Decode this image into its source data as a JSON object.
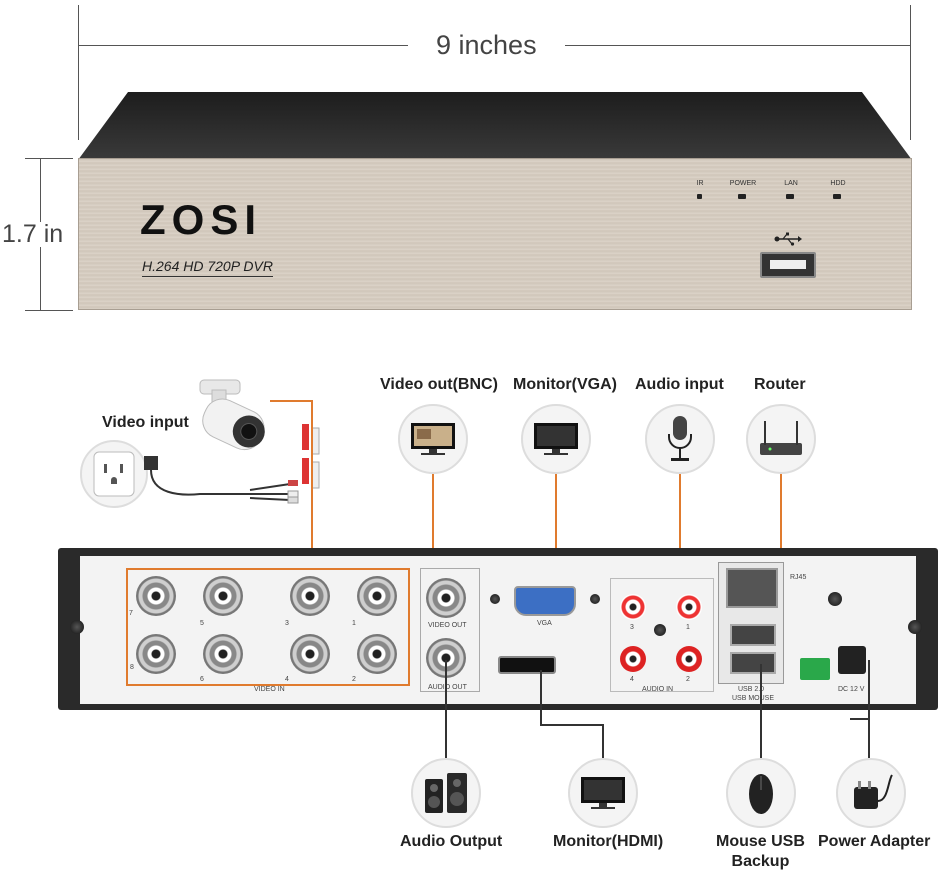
{
  "dimensions": {
    "width_label": "9 inches",
    "height_label": "1.7 in"
  },
  "front": {
    "brand": "ZOSI",
    "model": "H.264 HD 720P DVR",
    "leds": [
      "IR",
      "POWER",
      "LAN",
      "HDD"
    ]
  },
  "rear": {
    "video_in_numbers_top": [
      "7",
      "5",
      "3",
      "1"
    ],
    "video_in_numbers_bottom": [
      "8",
      "6",
      "4",
      "2"
    ],
    "video_in_label": "VIDEO IN",
    "video_out_label": "VIDEO OUT",
    "audio_out_label": "AUDIO OUT",
    "vga_label": "VGA",
    "audio_in_label": "AUDIO IN",
    "audio_in_numbers": [
      "3",
      "1",
      "4",
      "2"
    ],
    "rj45_label": "RJ45",
    "usb_label": "USB 2.0",
    "usb_mouse_label": "USB MOUSE",
    "dc_label": "DC 12 V"
  },
  "captions": {
    "video_input": "Video input",
    "video_out_bnc": "Video out(BNC)",
    "monitor_vga": "Monitor(VGA)",
    "audio_input": "Audio input",
    "router": "Router",
    "audio_output": "Audio Output",
    "monitor_hdmi": "Monitor(HDMI)",
    "mouse_usb_line1": "Mouse USB",
    "mouse_usb_line2": "Backup",
    "power_adapter": "Power Adapter"
  },
  "colors": {
    "accent_orange": "#e07b2e"
  }
}
